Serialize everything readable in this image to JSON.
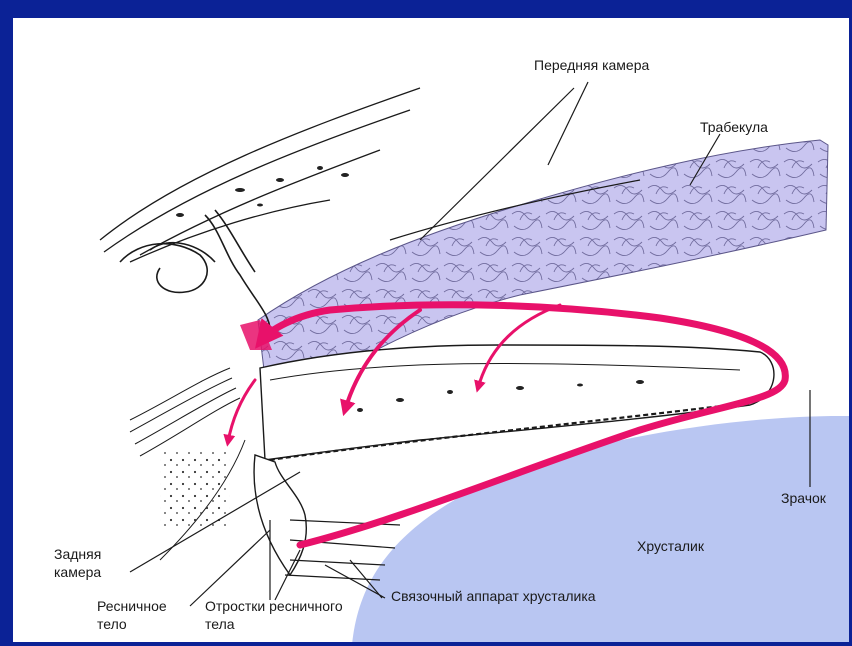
{
  "colors": {
    "background": "#0b2296",
    "trabecula_fill": "#c9c5f0",
    "lens_fill": "#b9c6f2",
    "flow_arrow": "#e8116a",
    "line": "#1a1a1a"
  },
  "labels": {
    "anterior_chamber": "Передняя камера",
    "trabecula": "Трабекула",
    "pupil": "Зрачок",
    "lens": "Хрусталик",
    "posterior_chamber_1": "Задняя",
    "posterior_chamber_2": "камера",
    "ciliary_body_1": "Ресничное",
    "ciliary_body_2": "тело",
    "ciliary_processes_1": "Отростки ресничного",
    "ciliary_processes_2": "тела",
    "zonules": "Связочный аппарат хрусталика"
  }
}
